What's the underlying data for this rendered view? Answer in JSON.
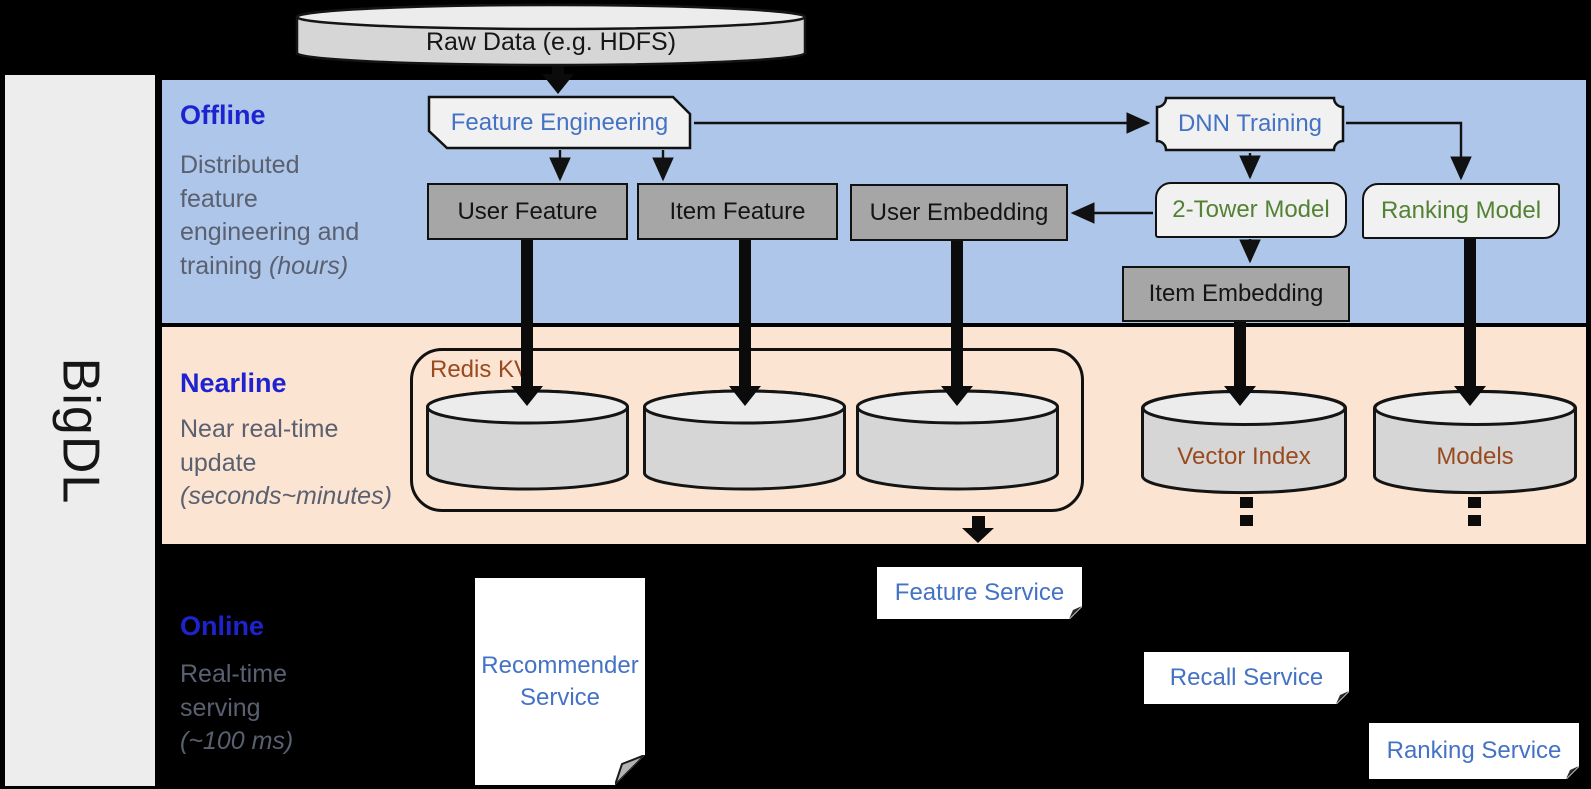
{
  "brand": "BigDL",
  "source": {
    "label": "Raw Data (e.g. HDFS)"
  },
  "sections": {
    "offline": {
      "title": "Offline",
      "subtitle": "Distributed feature engineering and training",
      "note": "(hours)"
    },
    "nearline": {
      "title": "Nearline",
      "subtitle": "Near real-time update",
      "note": "(seconds~minutes)"
    },
    "online": {
      "title": "Online",
      "subtitle": "Real-time serving",
      "note": "(~100 ms)"
    }
  },
  "nodes": {
    "feature_engineering": "Feature Engineering",
    "dnn_training": "DNN Training",
    "user_feature": "User Feature",
    "item_feature": "Item Feature",
    "user_embedding": "User Embedding",
    "two_tower_model": "2-Tower Model",
    "ranking_model": "Ranking Model",
    "item_embedding": "Item Embedding"
  },
  "stores": {
    "redis": "Redis KV",
    "vector_index": "Vector Index",
    "models": "Models"
  },
  "services": {
    "recommender": "Recommender Service",
    "feature": "Feature Service",
    "recall": "Recall Service",
    "ranking": "Ranking Service"
  },
  "colors": {
    "background": "#000000",
    "sidebar_fill": "#ededed",
    "offline_band": "#adc6e9",
    "nearline_band": "#fbe4d2",
    "section_title_blue": "#1d24cf",
    "muted_text": "#5a6070",
    "node_blue_text": "#4472c4",
    "node_green_text": "#548235",
    "store_brown_text": "#9a4a1f",
    "dark_node_fill": "#a6a6a6",
    "light_node_fill": "#f1f1f1",
    "cylinder_fill": "#d6d6d6"
  }
}
